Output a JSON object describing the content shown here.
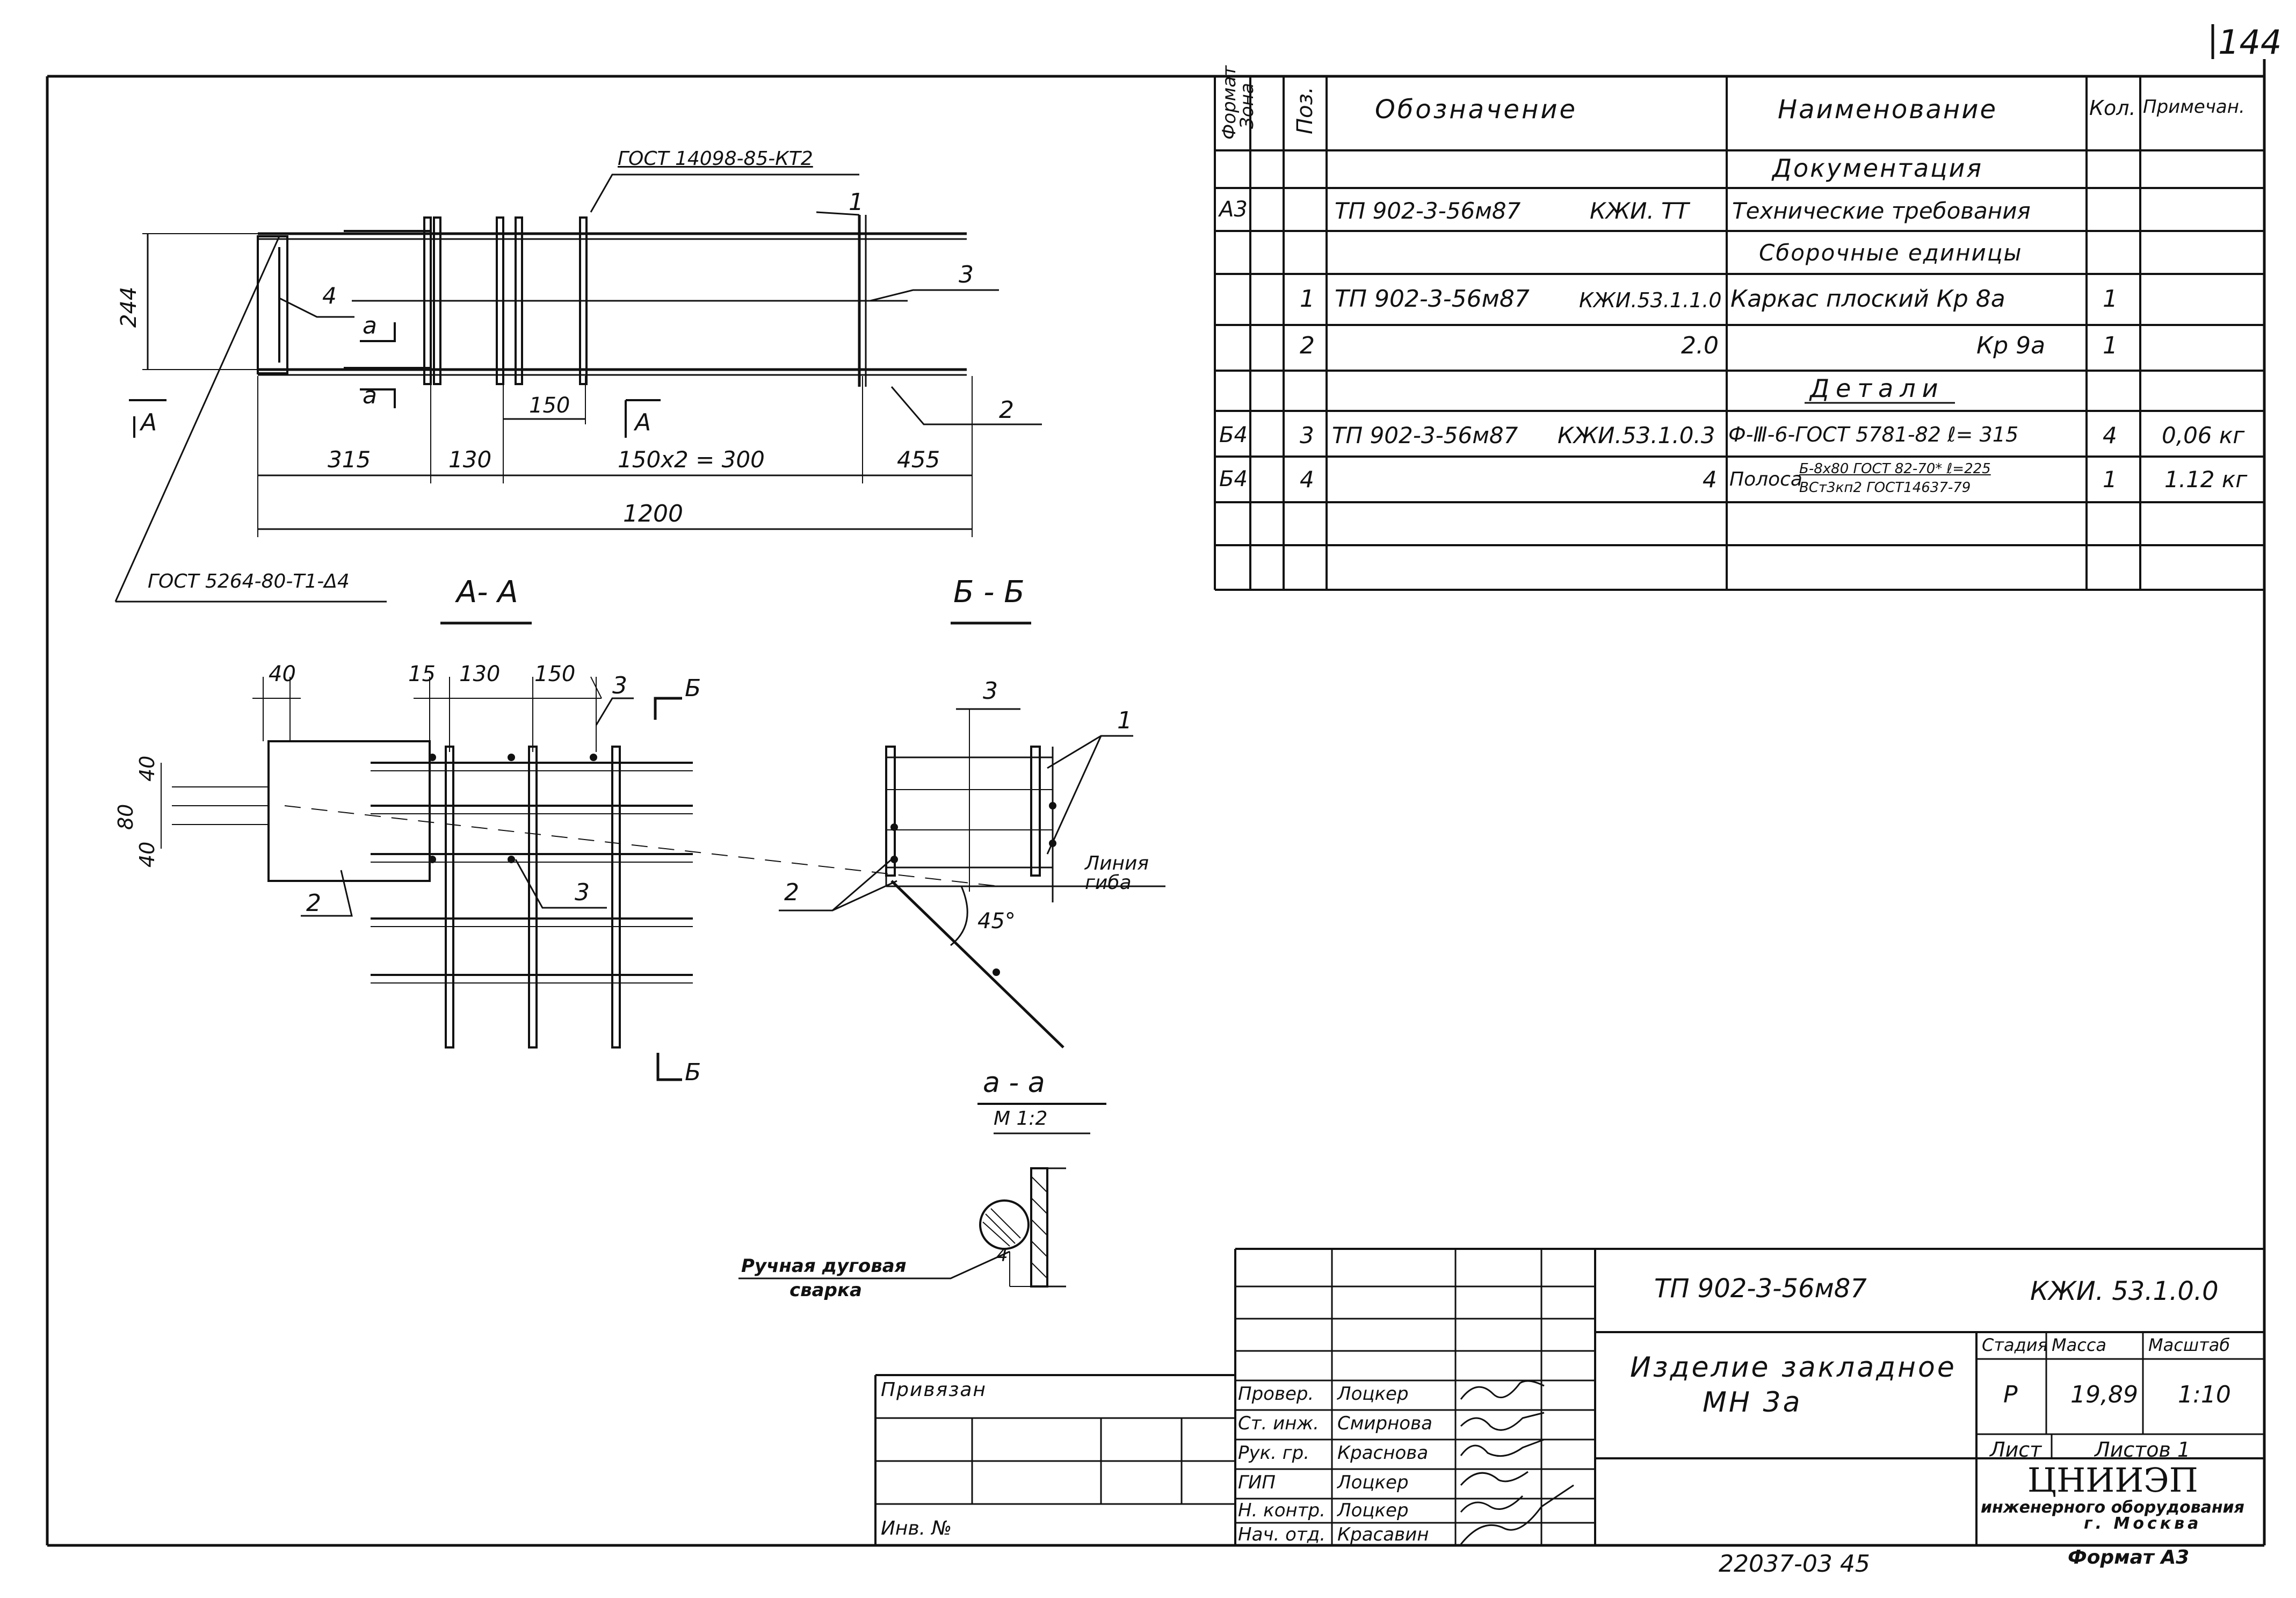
{
  "page_number": "144",
  "bottom_code": "22037-03  45",
  "spec_table": {
    "headers": {
      "format": "Формат",
      "zone": "Зона",
      "pos": "Поз.",
      "designation": "Обозначение",
      "name": "Наименование",
      "qty": "Кол.",
      "note": "Примечан."
    },
    "rows": [
      {
        "format": "",
        "pos": "",
        "des_a": "",
        "des_b": "",
        "name": "Документация",
        "qty": "",
        "note": ""
      },
      {
        "format": "А3",
        "pos": "",
        "des_a": "ТП 902-3-56м87",
        "des_b": "КЖИ. ТТ",
        "name": "Технические требования",
        "qty": "",
        "note": ""
      },
      {
        "format": "",
        "pos": "",
        "des_a": "",
        "des_b": "",
        "name": "Сборочные единицы",
        "qty": "",
        "note": ""
      },
      {
        "format": "",
        "pos": "1",
        "des_a": "ТП 902-3-56м87",
        "des_b": "КЖИ.53.1.1.0",
        "name": "Каркас плоский   Кр 8а",
        "qty": "1",
        "note": ""
      },
      {
        "format": "",
        "pos": "2",
        "des_a": "",
        "des_b": "2.0",
        "name": "Кр 9а",
        "qty": "1",
        "note": ""
      },
      {
        "format": "",
        "pos": "",
        "des_a": "",
        "des_b": "",
        "name": "Детали",
        "qty": "",
        "note": ""
      },
      {
        "format": "Б4",
        "pos": "3",
        "des_a": "ТП 902-3-56м87",
        "des_b": "КЖИ.53.1.0.3",
        "name": "Ф-Ⅲ-6-ГОСТ 5781-82  ℓ= 315",
        "qty": "4",
        "note": "0,06 кг"
      },
      {
        "format": "Б4",
        "pos": "4",
        "des_a": "",
        "des_b": "4",
        "name": "Полоса",
        "name_frac_top": "Б-8x80 ГОСТ 82-70*  ℓ=225",
        "name_frac_bot": "ВСт3кп2 ГОСТ14637-79",
        "qty": "1",
        "note": "1.12 кг"
      }
    ]
  },
  "drawing_main": {
    "gost_top": "ГОСТ 14098-85-КТ2",
    "gost_bottom": "ГОСТ 5264-80-Т1-Δ4",
    "dim_244": "244",
    "dims_row": [
      "315",
      "130",
      "150x2 = 300",
      "455"
    ],
    "dim_150": "150",
    "dim_total": "1200",
    "callouts": [
      "1",
      "2",
      "3",
      "4"
    ],
    "section_letters": [
      "А",
      "А",
      "а",
      "а"
    ]
  },
  "section_AA": {
    "title": "А- А",
    "dims_top": [
      "40",
      "15",
      "130",
      "150"
    ],
    "dims_left": [
      "40",
      "80",
      "40"
    ],
    "callouts": [
      "3",
      "2",
      "3"
    ],
    "cut_mark": "Б"
  },
  "section_BB": {
    "title": "Б - Б",
    "callouts": [
      "3",
      "1",
      "2"
    ],
    "bend_line": "Линия гиба",
    "angle": "45°"
  },
  "section_aa": {
    "title": "а - а",
    "scale": "М 1:2"
  },
  "weld_note": {
    "line1": "Ручная дуговая",
    "line2": "сварка",
    "leg": "4"
  },
  "title_block": {
    "code_left": "ТП 902-3-56м87",
    "code_right": "КЖИ. 53.1.0.0",
    "title_line1": "Изделие закладное",
    "title_line2": "МН 3а",
    "stage_label": "Стадия",
    "mass_label": "Масса",
    "scale_label": "Масштаб",
    "stage": "Р",
    "mass": "19,89",
    "scale": "1:10",
    "sheet_label": "Лист",
    "sheets_label": "Листов 1",
    "org_line1": "ЦНИИЭП",
    "org_line2": "инженерного оборудования",
    "org_line3": "г. Москва",
    "format_label": "Формат А3",
    "privyazan": "Привязан",
    "inv": "Инв. №",
    "roles": [
      {
        "role": "Провер.",
        "name": "Лоцкер"
      },
      {
        "role": "Ст. инж.",
        "name": "Смирнова"
      },
      {
        "role": "Рук. гр.",
        "name": "Краснова"
      },
      {
        "role": "ГИП",
        "name": "Лоцкер"
      },
      {
        "role": "Н. контр.",
        "name": "Лоцкер"
      },
      {
        "role": "Нач. отд.",
        "name": "Красавин"
      }
    ]
  }
}
